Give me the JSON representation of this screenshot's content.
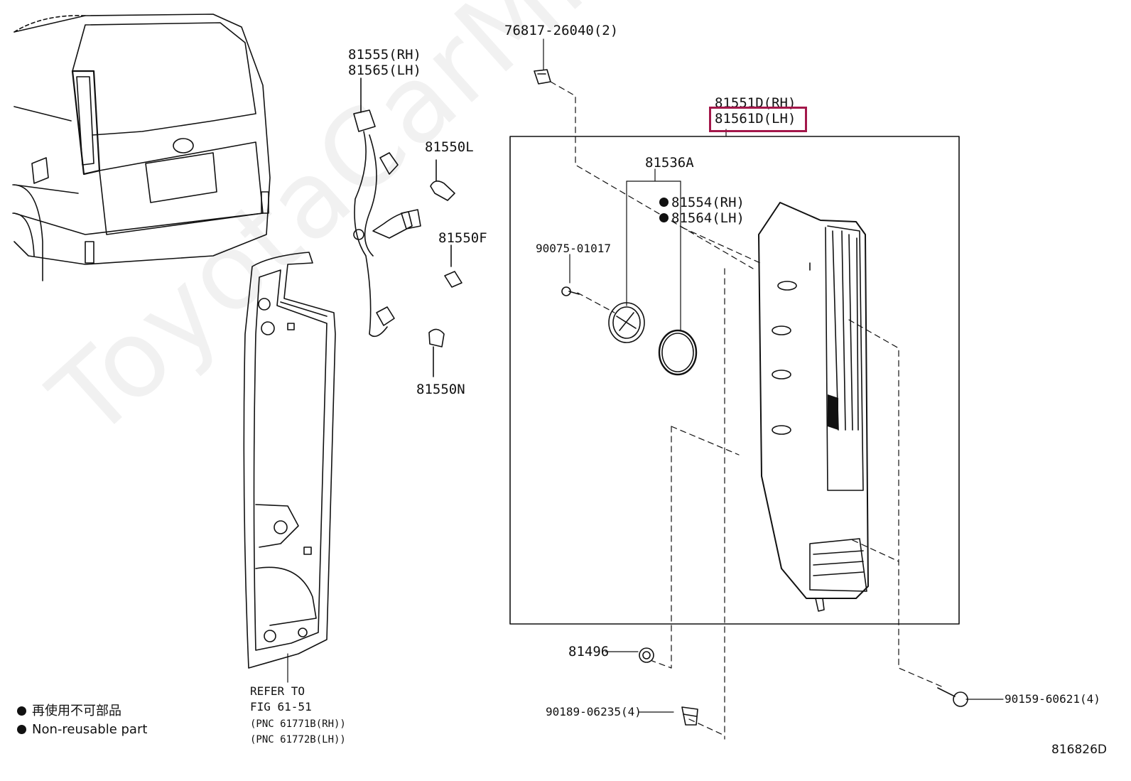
{
  "watermark": "ToyotaCarMine.ru",
  "parts": {
    "clip_76817": "76817-26040(2)",
    "socket_rh": "81555(RH)",
    "socket_lh": "81565(LH)",
    "bulb_l": "81550L",
    "bulb_f": "81550F",
    "bulb_n": "81550N",
    "lamp_rh": "81551D(RH)",
    "lamp_lh": "81561D(LH)",
    "reflector": "81536A",
    "gasket_rh": "81554(RH)",
    "gasket_lh": "81564(LH)",
    "screw_90075": "90075-01017",
    "clip_81496": "81496",
    "screw_90189": "90189-06235(4)",
    "screw_90159": "90159-60621(4)"
  },
  "reference": {
    "line1": "REFER TO",
    "line2": "FIG 61-51",
    "line3": "(PNC 61771B(RH))",
    "line4": "(PNC 61772B(LH))"
  },
  "legend": {
    "japanese": "再使用不可部品",
    "english": "Non-reusable part"
  },
  "diagram_id": "816826D",
  "colors": {
    "highlight": "#a3174a",
    "line": "#111111"
  }
}
